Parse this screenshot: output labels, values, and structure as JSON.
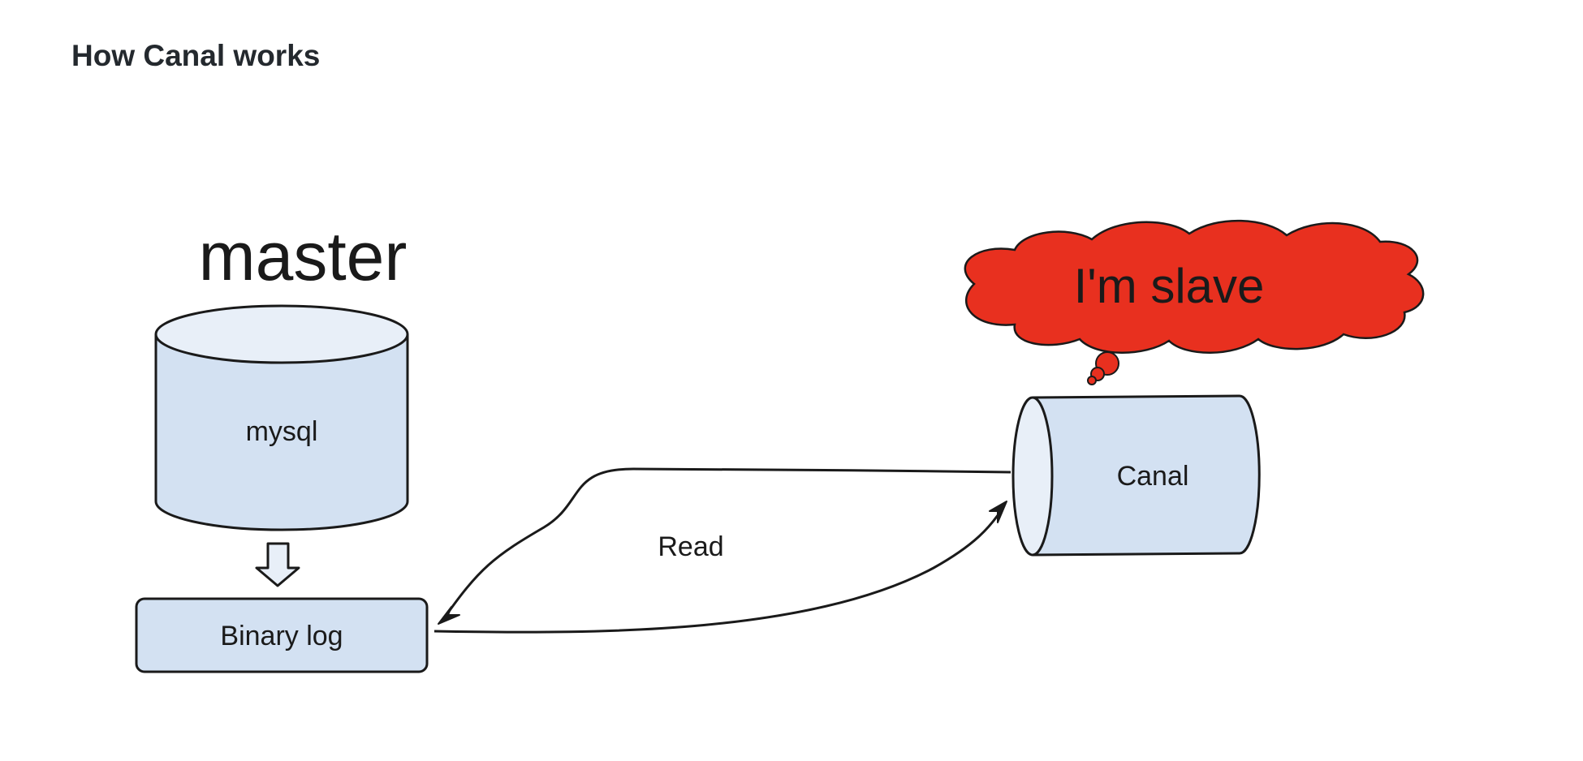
{
  "page": {
    "title": "How Canal works"
  },
  "diagram": {
    "master_label": "master",
    "mysql_label": "mysql",
    "binary_log_label": "Binary log",
    "canal_label": "Canal",
    "slave_bubble_label": "I'm slave",
    "read_label": "Read",
    "colors": {
      "node_fill": "#d3e1f2",
      "node_top_fill": "#e8eff8",
      "stroke": "#1a1a1a",
      "cloud_fill": "#e8301f"
    }
  }
}
